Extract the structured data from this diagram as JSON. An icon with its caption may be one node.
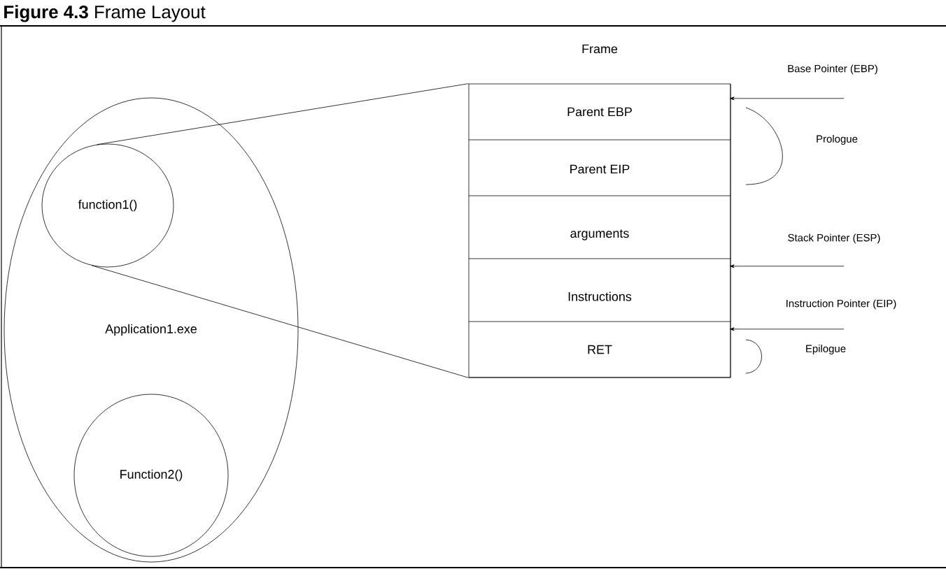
{
  "diagram": {
    "title": "**Figure 4.3** Frame Layout",
    "nodes": [
      {
        "text": [
          "Application1.exe"
        ]
      },
      {
        "text": [
          "function1()"
        ],
        "in": 0
      },
      {
        "text": [
          "Function2()"
        ],
        "in": 0
      },
      {
        "text": [
          "Frame"
        ]
      },
      {
        "text": [
          "Parent EBP"
        ],
        "in": 3
      },
      {
        "text": [
          "Parent EIP"
        ],
        "in": 3
      },
      {
        "text": [
          "arguments"
        ],
        "in": 3
      },
      {
        "text": [
          "Instructions"
        ],
        "in": 3
      },
      {
        "text": [
          "RET"
        ],
        "in": 3
      },
      {
        "text": [
          "Base Pointer (EBP)"
        ]
      },
      {
        "text": [
          "Stack Pointer (ESP)"
        ]
      },
      {
        "text": [
          "Instruction Pointer (EIP)"
        ]
      }
    ],
    "edges": [
      {
        "from": 1,
        "to": 3,
        "arrow": "none"
      },
      {
        "from": 1,
        "to": 3,
        "arrow": "none"
      },
      {
        "from": 9,
        "to": 4,
        "arrow": "to"
      },
      {
        "from": 10,
        "to": 7,
        "arrow": "to"
      },
      {
        "from": 11,
        "to": 8,
        "arrow": "to"
      }
    ],
    "labels": [
      "Prologue",
      "Epilogue"
    ]
  }
}
